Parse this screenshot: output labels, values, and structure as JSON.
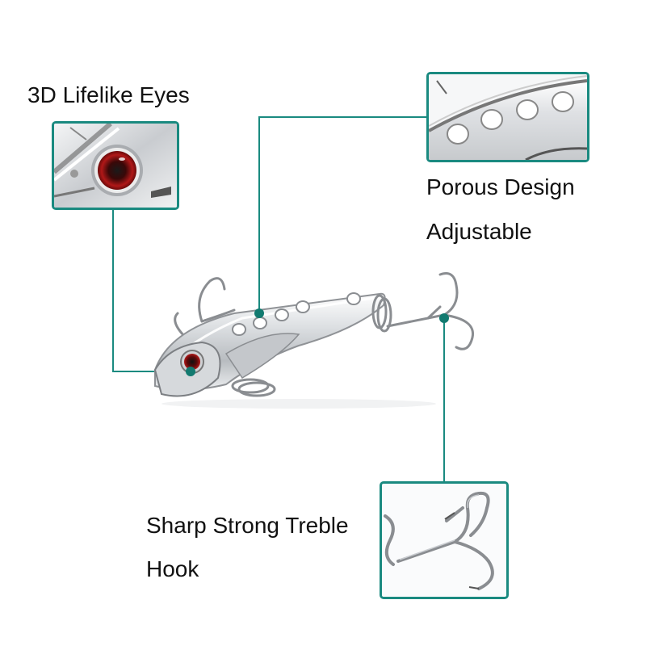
{
  "callouts": {
    "eyes": {
      "label": "3D Lifelike Eyes"
    },
    "porous": {
      "label_line1": "Porous Design",
      "label_line2": "Adjustable"
    },
    "hook": {
      "label_line1": "Sharp Strong Treble",
      "label_line2": "Hook"
    }
  },
  "colors": {
    "accent": "#1a8a80",
    "eye_red": "#b01818",
    "metal": "#d8dadd",
    "background": "#ffffff"
  },
  "icons": {
    "product": "fishing-lure-illustration",
    "eye_detail": "lure-eye-closeup",
    "holes_detail": "lure-holes-closeup",
    "hook_detail": "treble-hook-closeup"
  }
}
